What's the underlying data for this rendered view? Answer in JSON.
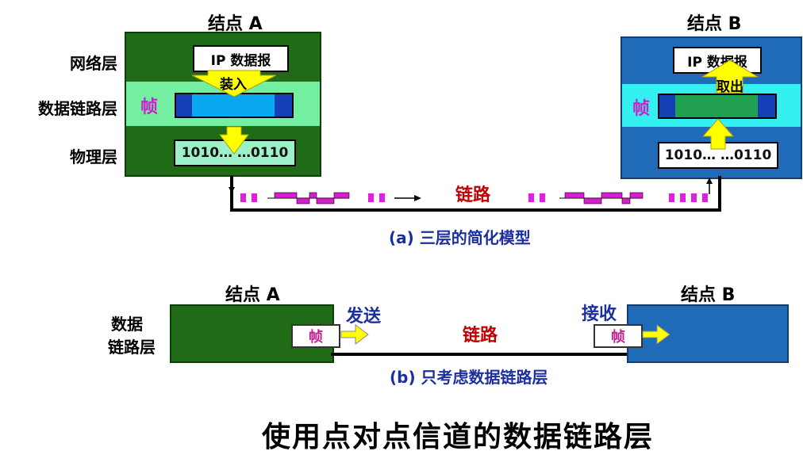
{
  "diagram_a": {
    "node_a_title": "结点 A",
    "node_b_title": "结点 B",
    "layer_network": "网络层",
    "layer_datalink": "数据链路层",
    "layer_physical": "物理层",
    "ip_datagram": "IP 数据报",
    "encapsulate": "装入",
    "extract": "取出",
    "frame": "帧",
    "bits": "1010… …0110",
    "link": "链路",
    "caption": "(a) 三层的简化模型"
  },
  "diagram_b": {
    "node_a_title": "结点 A",
    "node_b_title": "结点 B",
    "layer_label_line1": "数据",
    "layer_label_line2": "链路层",
    "send": "发送",
    "receive": "接收",
    "frame": "帧",
    "link": "链路",
    "caption": "(b) 只考虑数据链路层"
  },
  "title": "使用点对点信道的数据链路层",
  "colors": {
    "node_a": "#1f6b16",
    "node_b": "#1f6bb8",
    "frame_text": "#cc22cc",
    "link_text": "#c00000",
    "caption_text": "#1c2fa0",
    "arrow_yellow": "#ffff00"
  }
}
